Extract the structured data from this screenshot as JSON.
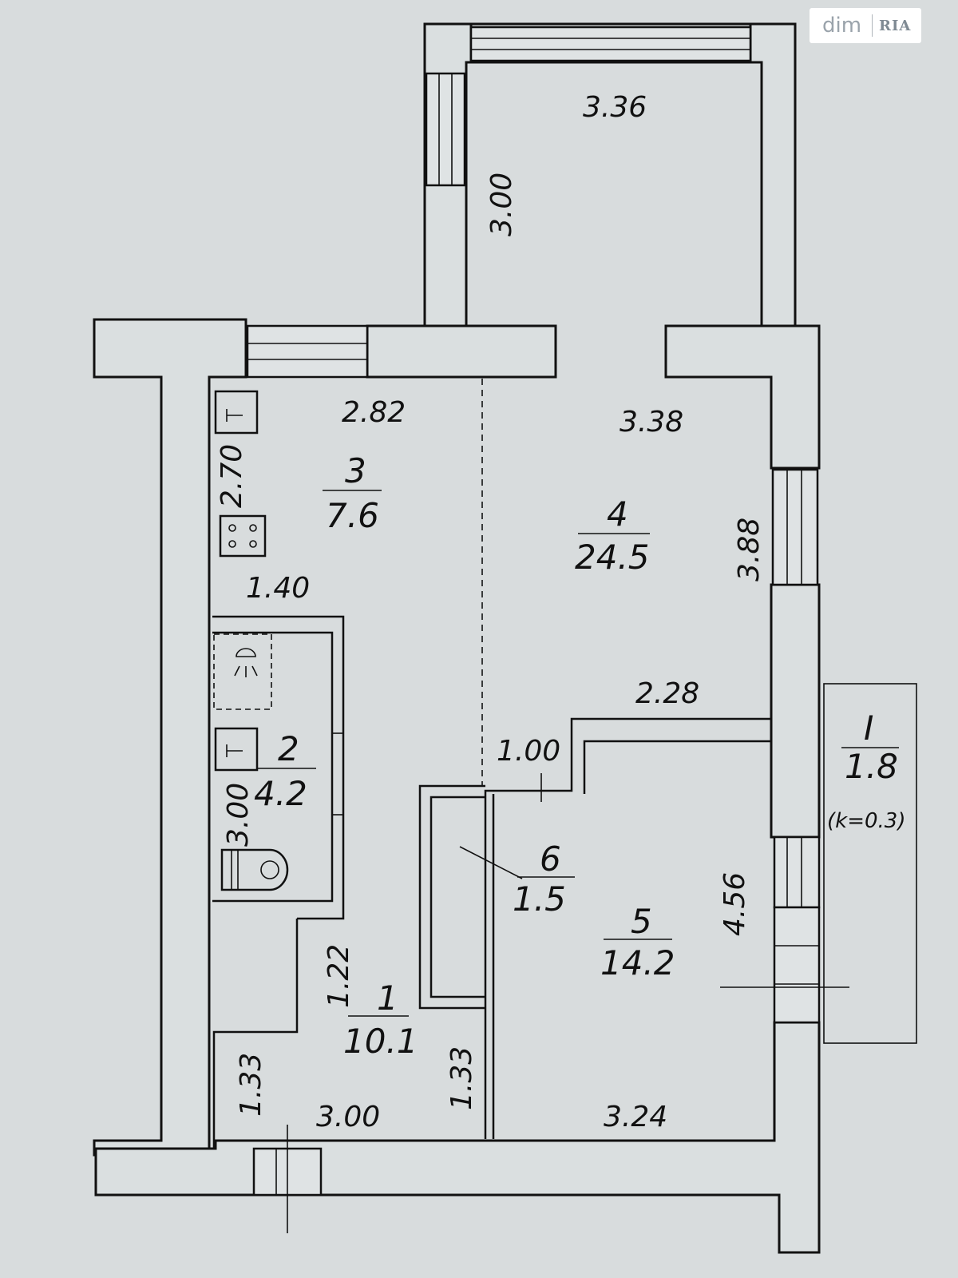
{
  "watermark": {
    "brand": "dim",
    "brand2": "RIA"
  },
  "balcony_top": {
    "width": "3.36",
    "depth": "3.00"
  },
  "rooms": [
    {
      "id": "3",
      "area": "7.6"
    },
    {
      "id": "4",
      "area": "24.5"
    },
    {
      "id": "2",
      "area": "4.2"
    },
    {
      "id": "6",
      "area": "1.5"
    },
    {
      "id": "5",
      "area": "14.2"
    },
    {
      "id": "1",
      "area": "10.1"
    },
    {
      "id": "I",
      "area": "1.8",
      "note": "(k=0.3)"
    }
  ],
  "dimensions": {
    "kitchen_width": "2.82",
    "kitchen_side": "2.70",
    "kitchen_bottom": "1.40",
    "living_width": "3.38",
    "living_side": "3.88",
    "living_bottom": "2.28",
    "opening": "1.00",
    "bath_side": "3.00",
    "hall_notch": "1.22",
    "hall_left": "1.33",
    "hall_bottom": "3.00",
    "hall_right": "1.33",
    "bedroom_side": "4.56",
    "bedroom_bottom": "3.24"
  }
}
